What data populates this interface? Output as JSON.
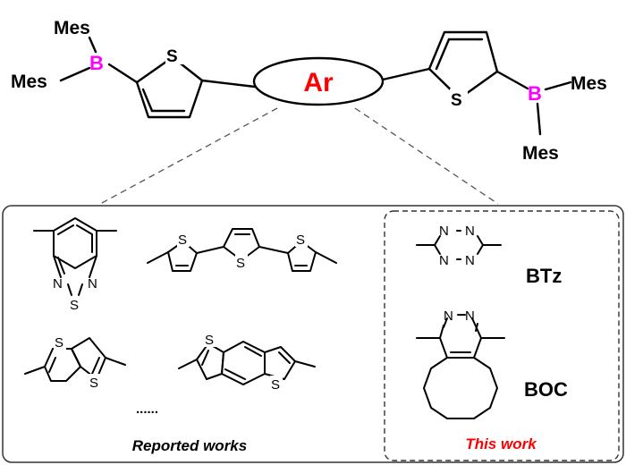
{
  "top": {
    "mes_left_upper": "Mes",
    "mes_left_lower": "Mes",
    "boron_left": "B",
    "sulfur_left": "S",
    "core_label": "Ar",
    "sulfur_right": "S",
    "boron_right": "B",
    "mes_right_upper": "Mes",
    "mes_right_lower": "Mes"
  },
  "reported": {
    "caption": "Reported works",
    "ellipsis": "......",
    "btd_atoms": [
      "N",
      "N",
      "S"
    ],
    "terthiophene_atoms": [
      "S",
      "S",
      "S"
    ],
    "thienothiophene_atoms": [
      "S",
      "S"
    ],
    "benzodithiophene_atoms": [
      "S",
      "S"
    ]
  },
  "this_work": {
    "caption": "This work",
    "btz_label": "BTz",
    "btz_atoms": [
      "N",
      "N",
      "N",
      "N"
    ],
    "boc_label": "BOC",
    "boc_atoms": [
      "N",
      "N"
    ]
  },
  "colors": {
    "boron": "#ff00ff",
    "core_text": "#ff0000",
    "this_work_caption": "#ff0000",
    "lines": "#000000",
    "dashes": "#555555"
  }
}
